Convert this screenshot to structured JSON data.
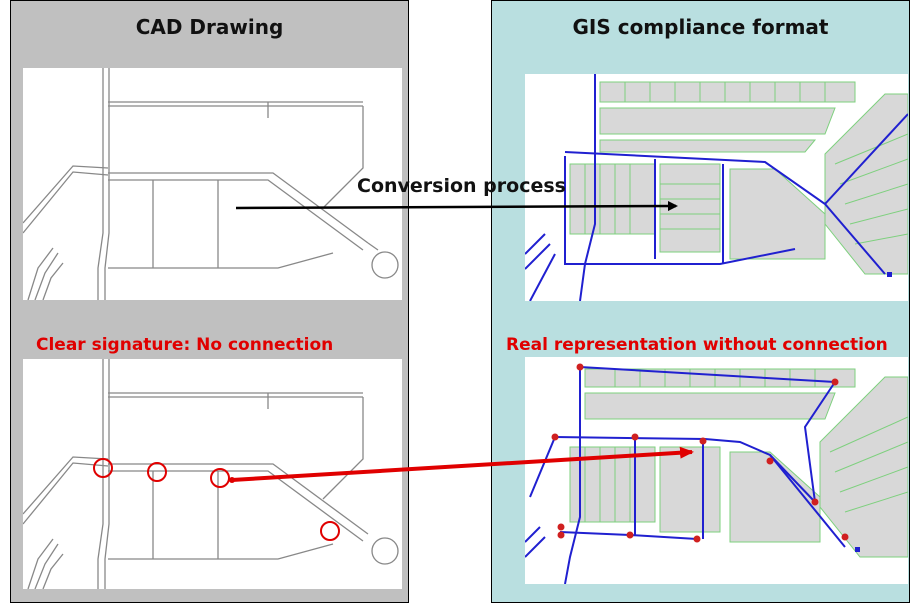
{
  "cad_panel": {
    "title": "CAD Drawing",
    "label": "Clear signature: No connection"
  },
  "gis_panel": {
    "title": "GIS compliance format",
    "label": "Real representation without connection"
  },
  "conversion": {
    "label": "Conversion process"
  },
  "colors": {
    "cad_bg": "#c0c0c0",
    "gis_bg": "#b9dfe0",
    "label_red": "#e00000",
    "road_blue": "#2020d0",
    "parcel_green": "#7ed07e",
    "node_red": "#d02020"
  }
}
